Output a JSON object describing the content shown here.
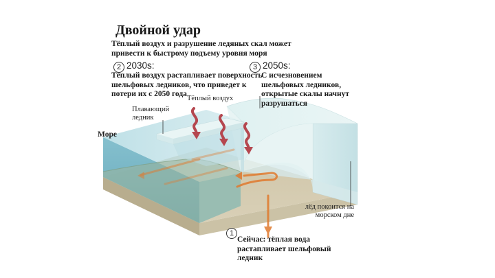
{
  "title": "Двойной удар",
  "subtitle": "Тёплый воздух и разрушение ледяных скал может привести к быстрому подъему уровня моря",
  "steps": [
    {
      "number": "1",
      "text": "Сейчас: тёплая вода растапливает шельфовый ледник"
    },
    {
      "number": "2",
      "year": "2030s:",
      "text": "Тёплый воздух растапливает поверхность шельфовых ледников, что приведет к потери их с 2050 года"
    },
    {
      "number": "3",
      "year": "2050s:",
      "text": "С исчезновением шельфовых ледников, открытые скалы начнут разрушаться"
    }
  ],
  "labels": {
    "warm_air": "Тёплый воздух",
    "floating_glacier": "Плавающий ледник",
    "sea": "Море",
    "seabed_ice": "лёд покоится на морском дне"
  },
  "colors": {
    "warm_arrow": "#b5474f",
    "water_arrow": "#e07a2e",
    "sea": "#8fc6d4",
    "seabed": "#d9cfb5",
    "ice": "#e6f3f3"
  }
}
